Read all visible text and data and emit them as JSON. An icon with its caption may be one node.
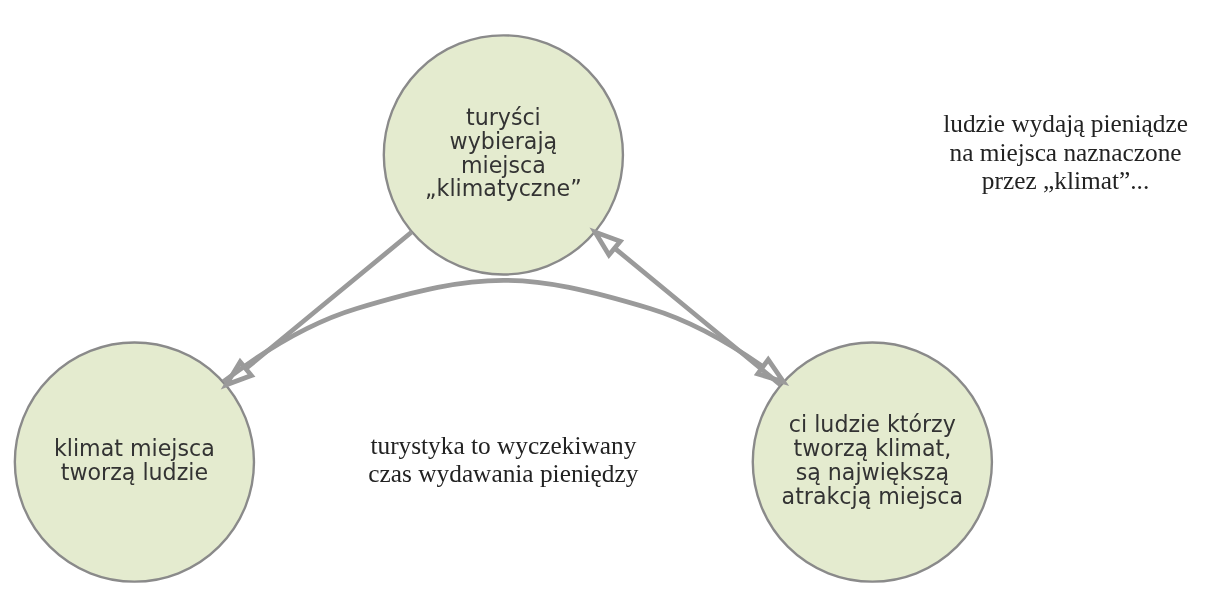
{
  "diagram": {
    "nodes": [
      {
        "text": [
          "turyści wybierają miejsca „klimatyczne”"
        ]
      },
      {
        "text": [
          "klimat miejsca tworzą ludzie"
        ]
      },
      {
        "text": [
          "ci ludzie którzy tworzą klimat, są największą atrakcją miejsca"
        ]
      }
    ],
    "edges": [
      {
        "from": 0,
        "to": 1,
        "arrow": "to"
      },
      {
        "from": 1,
        "to": 2,
        "arrow": "to"
      },
      {
        "from": 2,
        "to": 0,
        "arrow": "to"
      }
    ],
    "labels": [
      "ludzie wydają pieniądze na miejsca naznaczone przez „klimat”...",
      "turystyka to wyczekiwany czas wydawania pieniędzy"
    ]
  }
}
